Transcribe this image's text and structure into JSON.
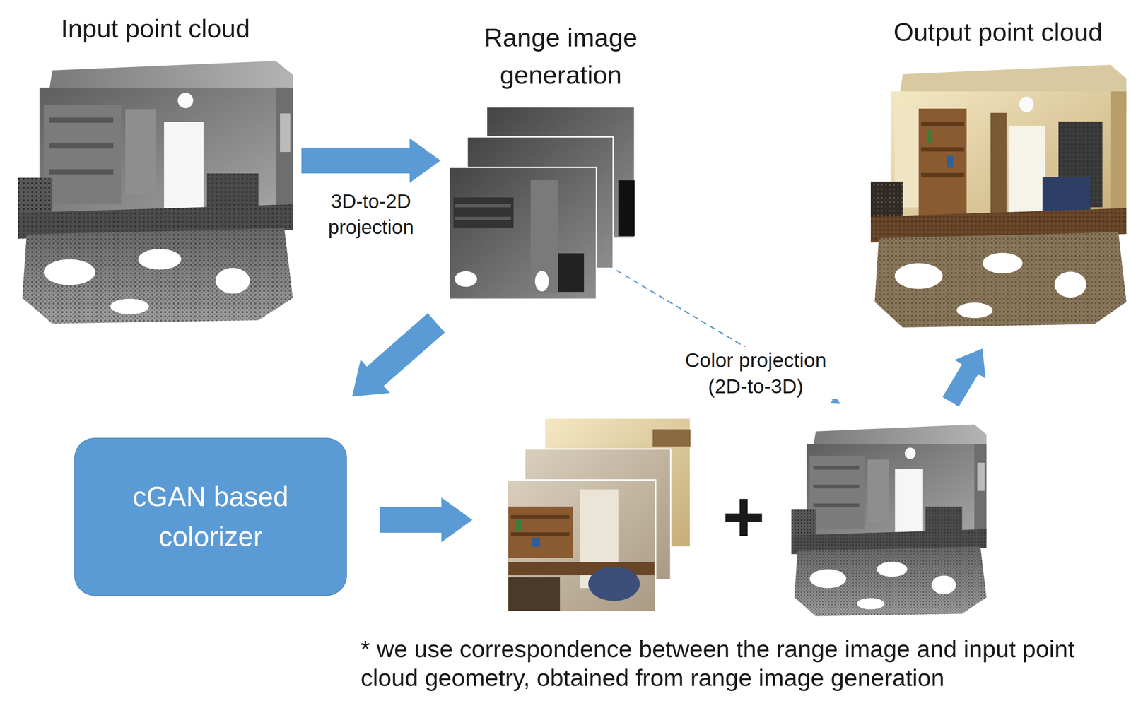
{
  "diagram": {
    "nodes": [
      {
        "text": [
          "Input point cloud"
        ]
      },
      {
        "text": [
          "Range image generation"
        ]
      },
      {
        "text": [
          "Output point cloud"
        ]
      },
      {
        "text": [
          "cGAN based colorizer"
        ]
      }
    ],
    "edges": [
      {
        "from": 0,
        "to": 1,
        "arrow": "to",
        "label": "3D-to-2D projection"
      },
      {
        "from": 1,
        "to": 3,
        "arrow": "to"
      }
    ],
    "labels": [
      "Color projection (2D-to-3D)",
      "+",
      "* we use correspondence between the range image and input point cloud geometry, obtained from range image generation"
    ]
  }
}
